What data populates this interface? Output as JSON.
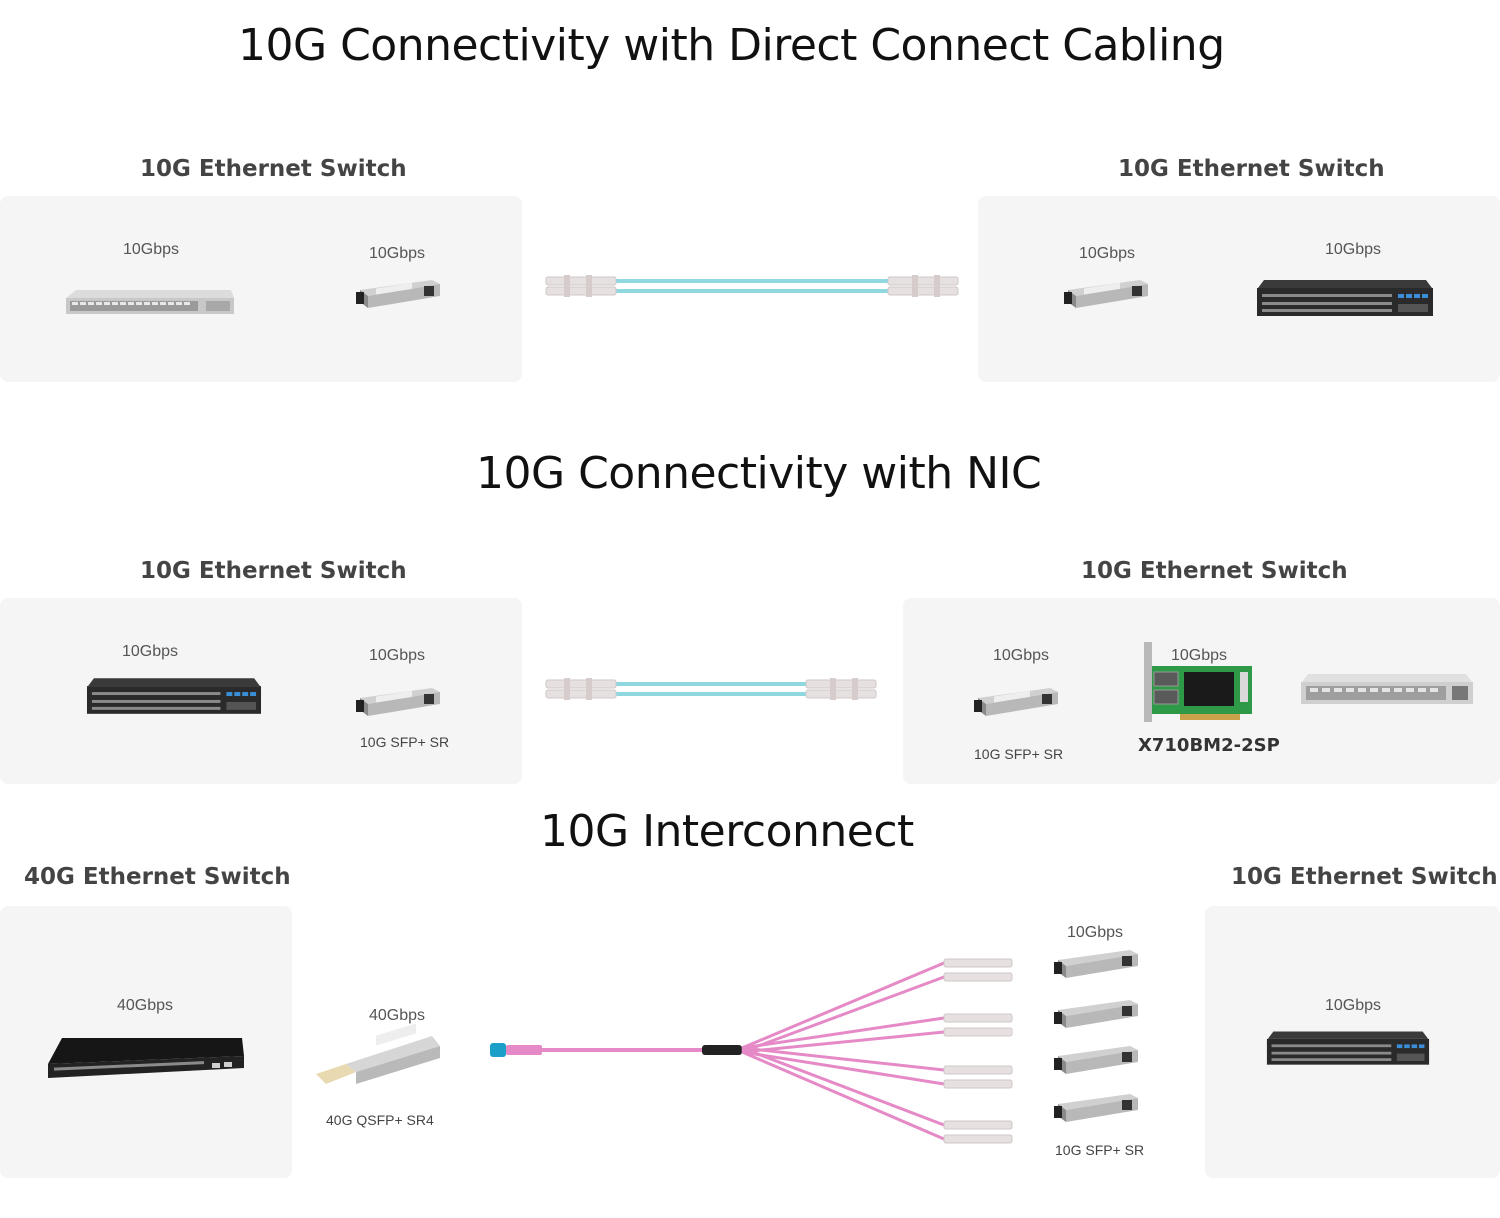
{
  "titles": {
    "direct_connect": "10G Connectivity with Direct Connect Cabling",
    "nic": "10G Connectivity with NIC",
    "interconnect": "10G Interconnect"
  },
  "section1": {
    "left_header": "10G Ethernet Switch",
    "right_header": "10G Ethernet Switch",
    "left_switch_speed": "10Gbps",
    "left_module_speed": "10Gbps",
    "right_module_speed": "10Gbps",
    "right_switch_speed": "10Gbps"
  },
  "section2": {
    "left_header": "10G Ethernet Switch",
    "right_header": "10G Ethernet Switch",
    "left_switch_speed": "10Gbps",
    "left_module_speed": "10Gbps",
    "left_module_label": "10G SFP+ SR",
    "right_module_speed": "10Gbps",
    "right_module_label": "10G SFP+ SR",
    "nic_speed": "10Gbps",
    "nic_label": "X710BM2-2SP"
  },
  "section3": {
    "left_header": "40G Ethernet Switch",
    "right_header": "10G Ethernet Switch",
    "left_switch_speed": "40Gbps",
    "qsfp_speed": "40Gbps",
    "qsfp_label": "40G QSFP+ SR4",
    "sfp_group_speed": "10Gbps",
    "sfp_group_label": "10G SFP+ SR",
    "right_switch_speed": "10Gbps"
  },
  "colors": {
    "aqua_cable": "#8fd8e0",
    "pink_cable": "#e58ac6",
    "panel_bg": "#f5f5f5",
    "nic_green": "#2e9a48"
  }
}
